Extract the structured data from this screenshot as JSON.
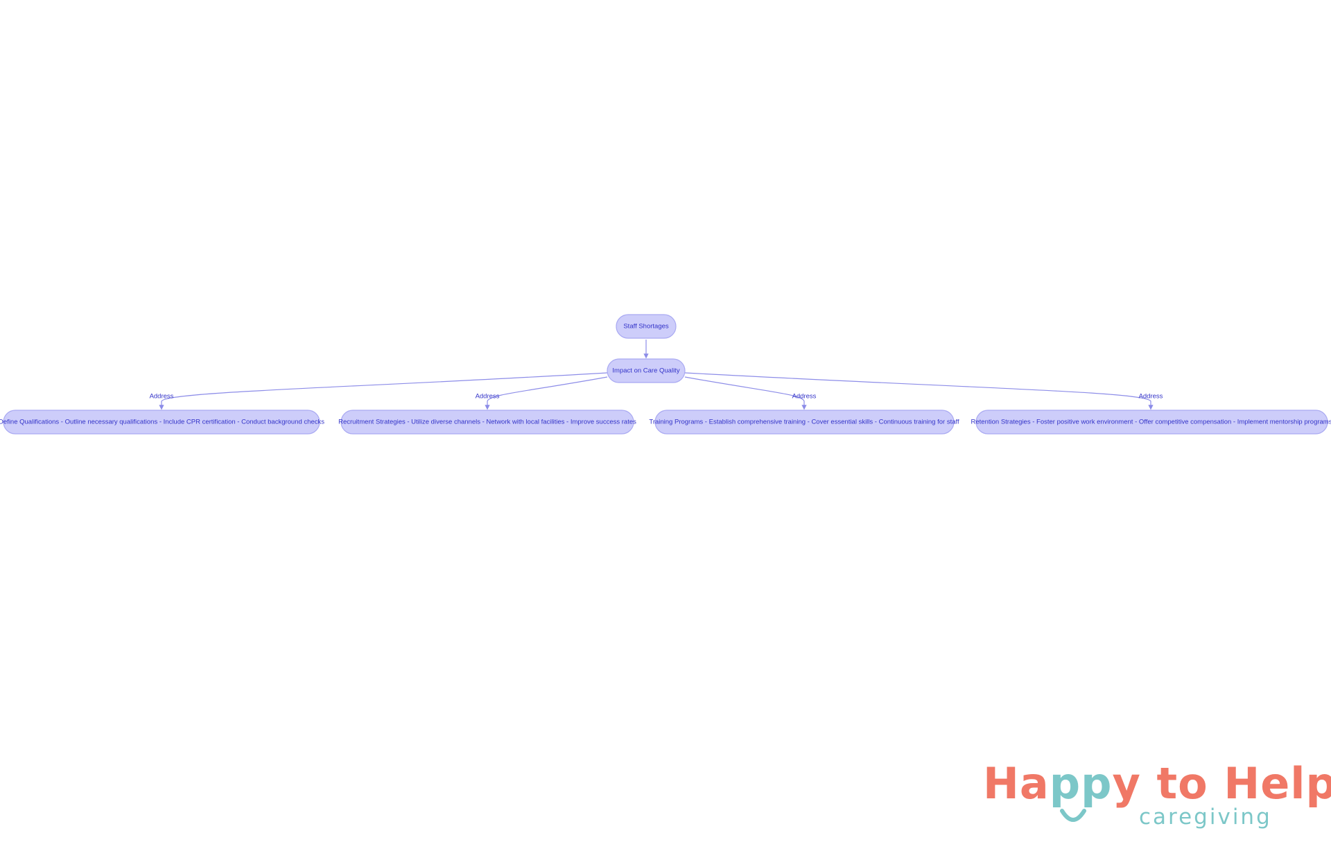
{
  "diagram": {
    "nodes": [
      {
        "id": "staff",
        "label": "Staff Shortages"
      },
      {
        "id": "impact",
        "label": "Impact on Care Quality"
      },
      {
        "id": "qualifications",
        "label": "Define Qualifications - Outline necessary qualifications - Include CPR certification - Conduct background checks"
      },
      {
        "id": "recruitment",
        "label": "Recruitment Strategies - Utilize diverse channels - Network with local facilities - Improve success rates"
      },
      {
        "id": "training",
        "label": "Training Programs - Establish comprehensive training - Cover essential skills - Continuous training for staff"
      },
      {
        "id": "retention",
        "label": "Retention Strategies - Foster positive work environment - Offer competitive compensation - Implement mentorship programs"
      }
    ],
    "edges": [
      {
        "from": "staff",
        "to": "impact",
        "label": ""
      },
      {
        "from": "impact",
        "to": "qualifications",
        "label": "Address"
      },
      {
        "from": "impact",
        "to": "recruitment",
        "label": "Address"
      },
      {
        "from": "impact",
        "to": "training",
        "label": "Address"
      },
      {
        "from": "impact",
        "to": "retention",
        "label": "Address"
      }
    ],
    "colors": {
      "node_fill": "#cdcdfa",
      "node_border": "#a9a9f2",
      "text": "#3232c8",
      "edge": "#8c8ce8"
    }
  },
  "logo": {
    "word_happy_h": "Ha",
    "word_happy_pp": "pp",
    "word_happy_y": "y",
    "word_to_help": " to Help",
    "subtitle": "caregiving",
    "colors": {
      "coral": "#f07866",
      "teal": "#7cc7c8"
    }
  }
}
